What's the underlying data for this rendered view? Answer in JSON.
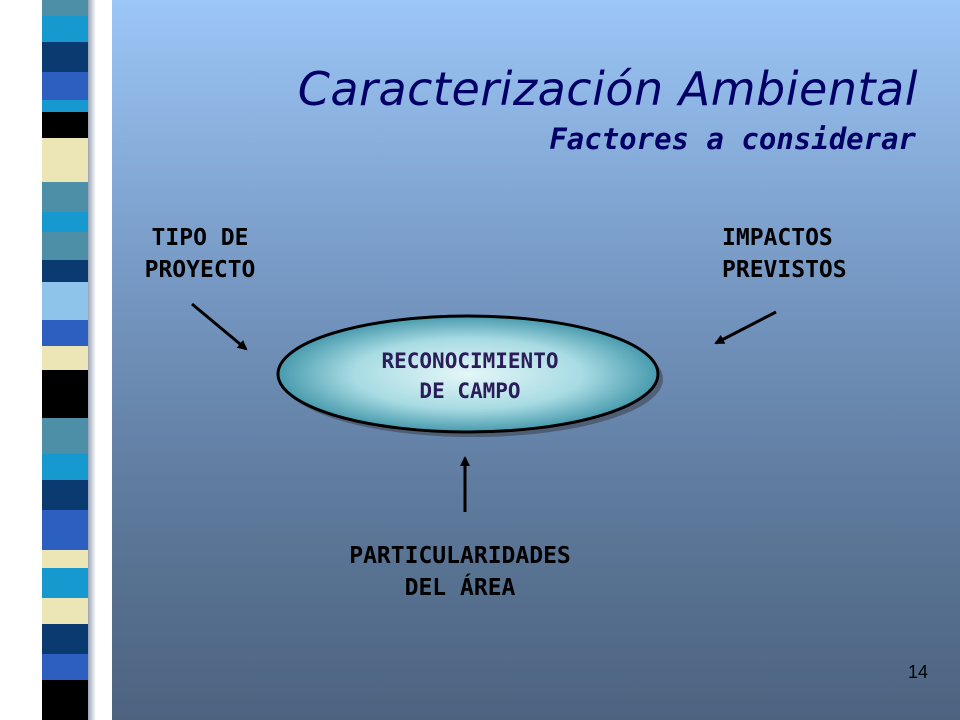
{
  "slide": {
    "title": "Caracterización Ambiental",
    "subtitle": "Factores a considerar",
    "page_number": "14"
  },
  "diagram": {
    "center": {
      "line1": "RECONOCIMIENTO",
      "line2": "DE CAMPO"
    },
    "inputs": [
      {
        "line1": "TIPO DE",
        "line2": "PROYECTO"
      },
      {
        "line1": "IMPACTOS",
        "line2": "PREVISTOS"
      },
      {
        "line1": "PARTICULARIDADES",
        "line2": "DEL ÁREA"
      }
    ]
  },
  "colors": {
    "title": "#000066",
    "ellipse_fill_center": "#d6f1f4",
    "ellipse_fill_edge": "#2f8aa0",
    "stripes": [
      "#0b3a70",
      "#2c5fbf",
      "#000000",
      "#ece6b7",
      "#4e8fa8",
      "#1599cf",
      "#8ec4ea"
    ]
  },
  "icons": {
    "decoration": "vertical-color-stripes"
  }
}
